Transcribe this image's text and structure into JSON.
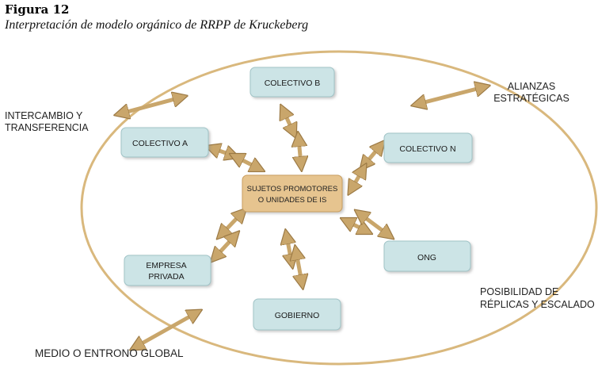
{
  "figure": {
    "number": "Figura 12",
    "title": "Interpretación de modelo orgánico de RRPP de Kruckeberg"
  },
  "center": {
    "line1": "SUJETOS PROMOTORES",
    "line2": "O UNIDADES DE IS"
  },
  "nodes": {
    "colectivo_b": "COLECTIVO B",
    "colectivo_a": "COLECTIVO A",
    "colectivo_n": "COLECTIVO N",
    "ong": "ONG",
    "empresa_line1": "EMPRESA",
    "empresa_line2": "PRIVADA",
    "gobierno": "GOBIERNO"
  },
  "external": {
    "intercambio_line1": "INTERCAMBIO Y",
    "intercambio_line2": "TRANSFERENCIA",
    "alianzas_line1": "ALIANZAS",
    "alianzas_line2": "ESTRATÉGICAS",
    "posibilidad_line1": "POSIBILIDAD DE",
    "posibilidad_line2": "RÉPLICAS Y ESCALADO",
    "medio": "MEDIO O ENTRONO GLOBAL"
  },
  "colors": {
    "node_fill": "#cce4e6",
    "node_stroke": "#9fc3c6",
    "center_fill": "#e6c48f",
    "center_stroke": "#c99e5e",
    "arrow": "#c9a66b",
    "arrow_stroke": "#9c7a45",
    "ellipse": "#d9b87d"
  }
}
